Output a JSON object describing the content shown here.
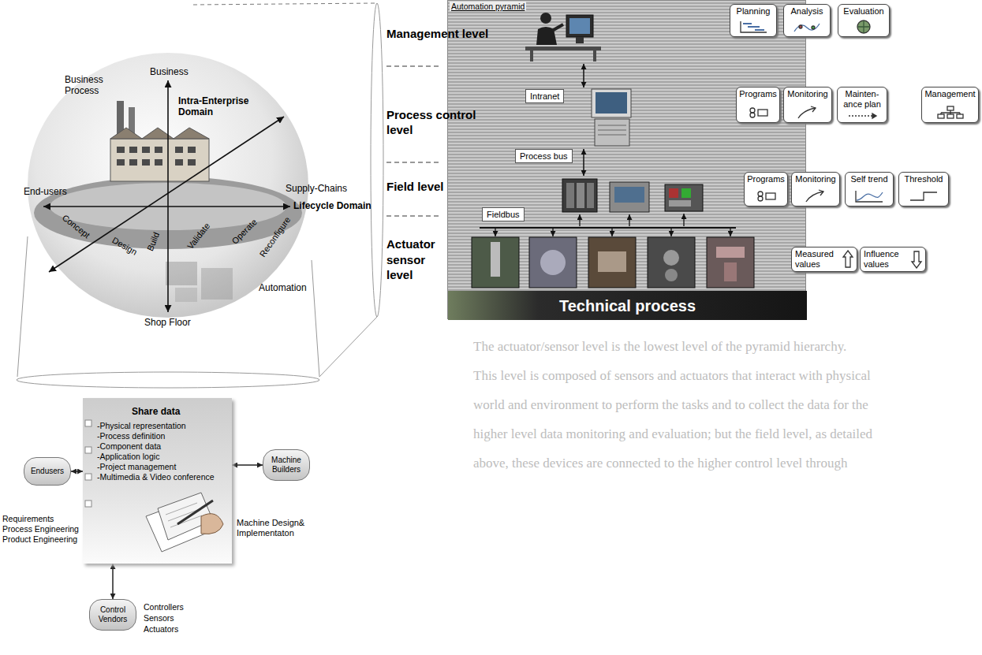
{
  "diagram": {
    "nodes": [
      {
        "text": [
          "Automation pyramid"
        ]
      },
      {
        "text": [
          "Planning"
        ]
      },
      {
        "text": [
          "Analysis"
        ]
      },
      {
        "text": [
          "Evaluation"
        ]
      },
      {
        "text": [
          "Intranet"
        ],
        "in": 0
      },
      {
        "text": [
          "Programs"
        ]
      },
      {
        "text": [
          "Monitoring"
        ]
      },
      {
        "text": [
          "Mainten- ance plan"
        ]
      },
      {
        "text": [
          "Management"
        ]
      },
      {
        "text": [
          "Process bus"
        ],
        "in": 0
      },
      {
        "text": [
          "Programs"
        ]
      },
      {
        "text": [
          "Monitoring"
        ]
      },
      {
        "text": [
          "Self trend"
        ]
      },
      {
        "text": [
          "Threshold"
        ]
      },
      {
        "text": [
          "Fieldbus"
        ],
        "in": 0
      },
      {
        "text": [
          "Measured values"
        ]
      },
      {
        "text": [
          "Influence values"
        ]
      },
      {
        "text": [
          "Technical process"
        ],
        "in": 0
      },
      {
        "text": [
          "Share data",
          "-Physical representation",
          "-Process definition",
          "-Component data",
          "-Application logic",
          "-Project management",
          "-Multimedia & Video conference"
        ]
      },
      {
        "text": [
          "Endusers"
        ]
      },
      {
        "text": [
          "Machine Builders"
        ]
      },
      {
        "text": [
          "Control Vendors"
        ]
      }
    ],
    "edges": [
      {
        "from": 19,
        "to": 18,
        "arrow": "both"
      },
      {
        "from": 18,
        "to": 20,
        "arrow": "both"
      },
      {
        "from": 18,
        "to": 21,
        "arrow": "both"
      }
    ],
    "labels": [
      "Business Process",
      "Business",
      "Intra-Enterprise Domain",
      "End-users",
      "Supply-Chains",
      "Lifecycle Domain",
      "Concept",
      "Design",
      "Build",
      "Validate",
      "Operate",
      "Reconfigure",
      "Automation",
      "Shop Floor",
      "Management level",
      "Process control level",
      "Field level",
      "Actuator sensor level",
      "Requirements",
      "Process Engineering",
      "Product Engineering",
      "Machine Design& Implementaton",
      "Controllers",
      "Sensors",
      "Actuators",
      "The actuator/sensor level is the lowest level of the pyramid hierarchy.",
      "This level is composed of sensors and actuators that interact with physical",
      "world and environment to perform the tasks and to collect the data for the",
      "higher level data monitoring and evaluation; but the field level, as detailed",
      "above, these devices are connected to the higher control level through"
    ]
  }
}
